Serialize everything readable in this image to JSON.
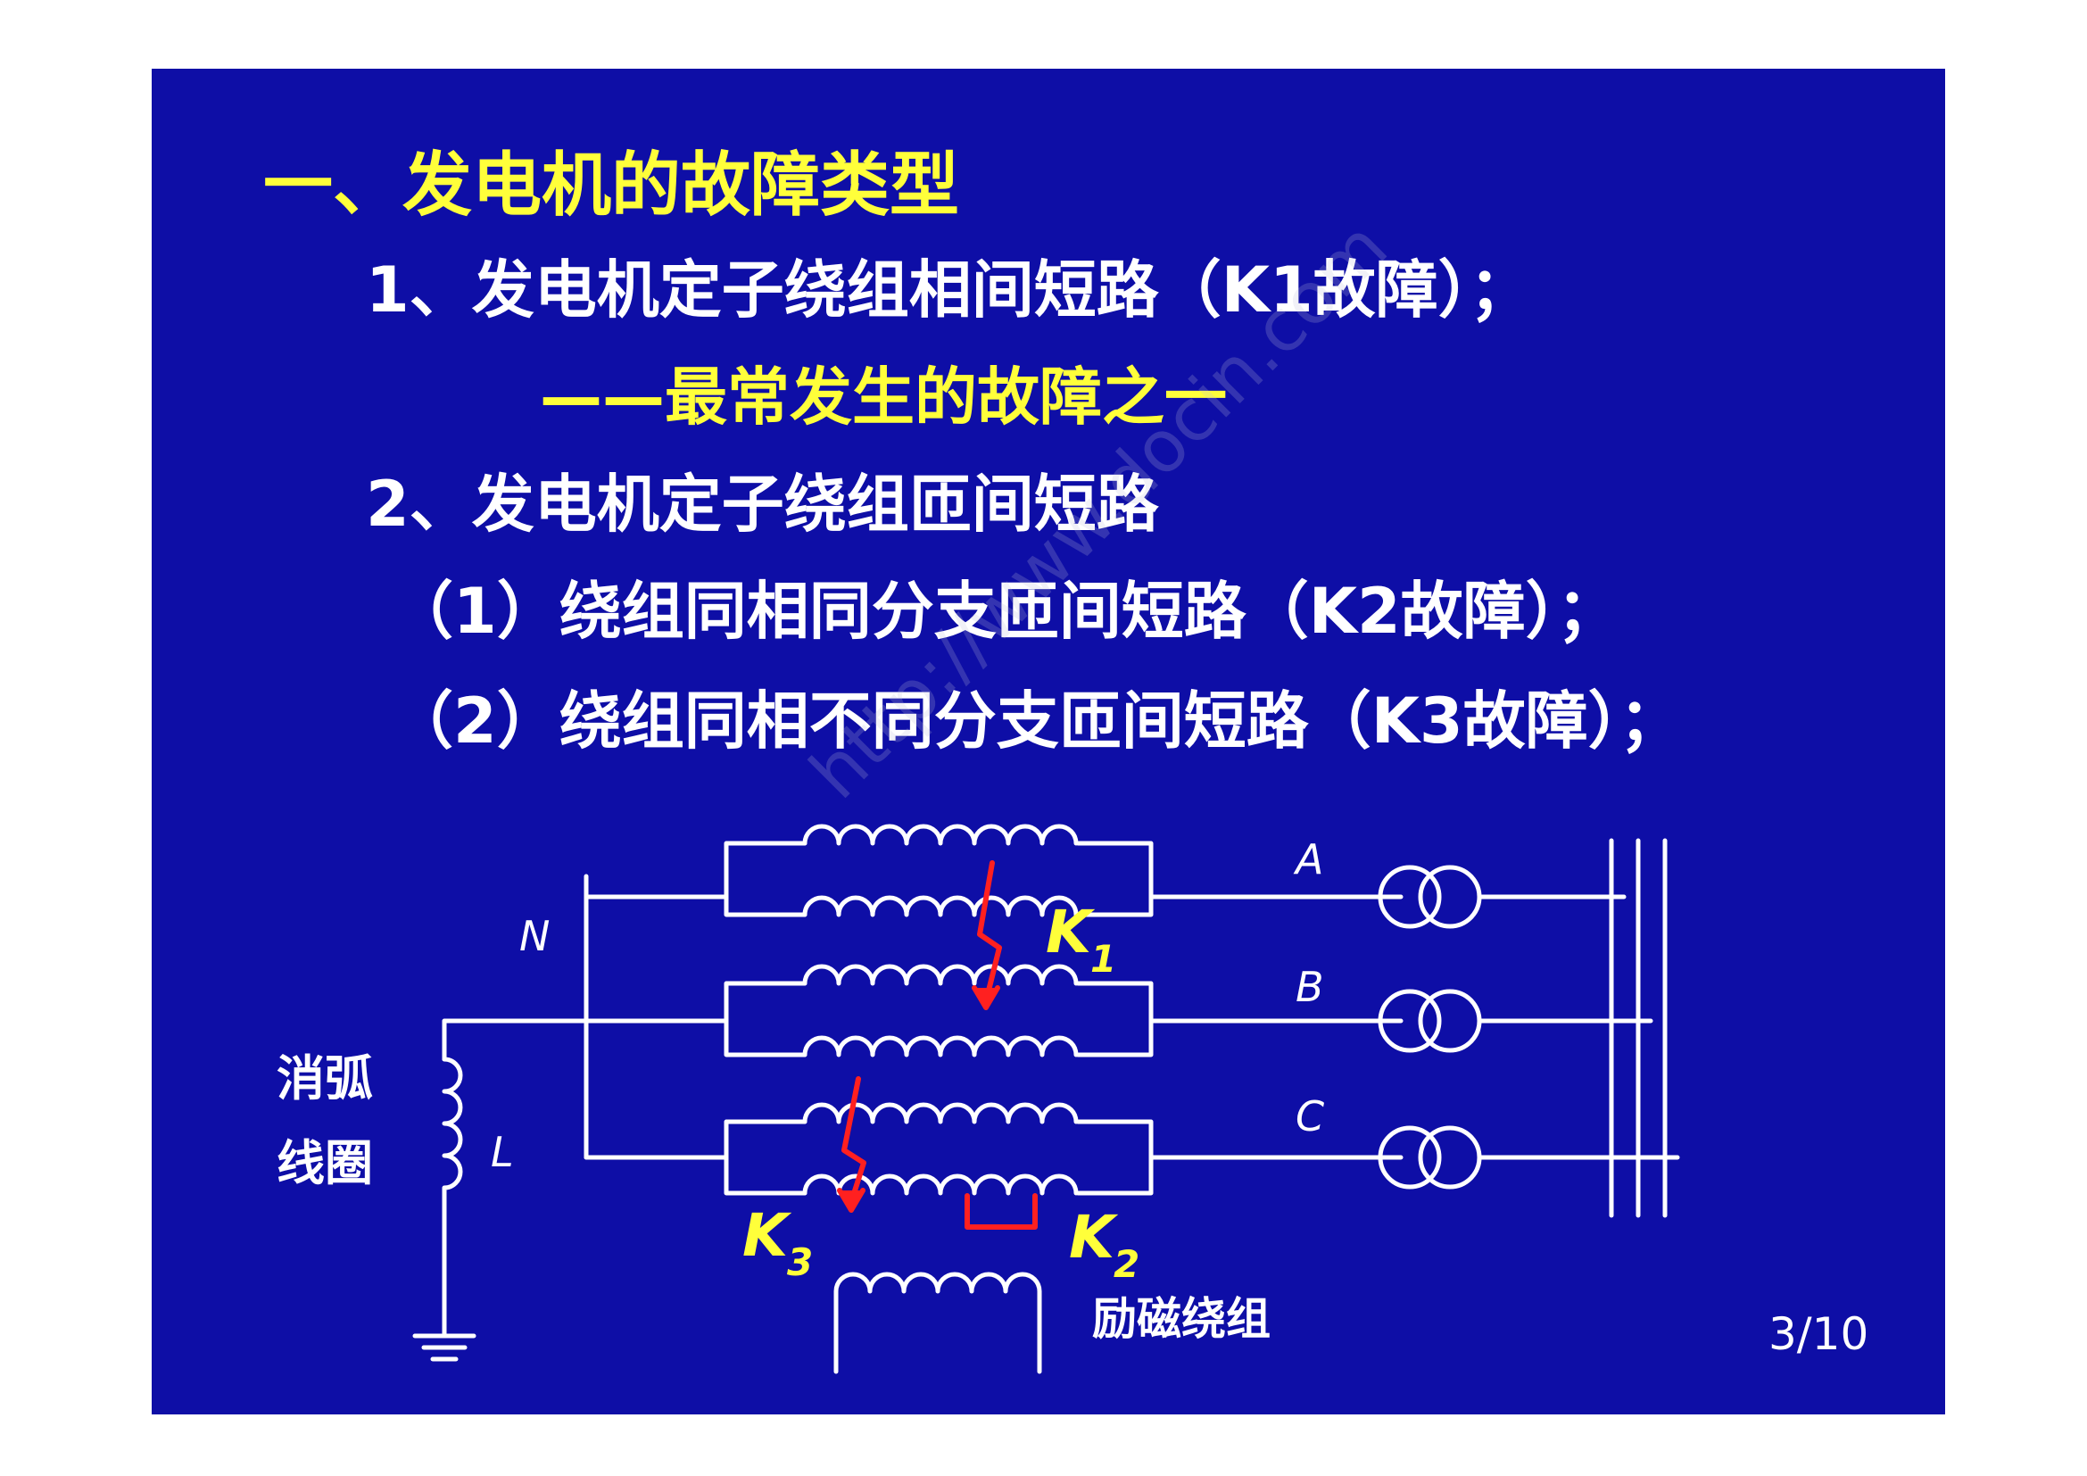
{
  "slide": {
    "title": "一、发电机的故障类型",
    "item1": "1、发电机定子绕组相间短路（K1故障）；",
    "note1": "——最常发生的故障之一",
    "item2": "2、发电机定子绕组匝间短路",
    "sub1": "（1）绕组同相同分支匝间短路（K2故障）；",
    "sub2": "（2）绕组同相不同分支匝间短路（K3故障）；",
    "page_number": "3/10",
    "watermark": "http://www.docin.com"
  },
  "diagram": {
    "neutral_label": "N",
    "coil_label": "消弧线圈",
    "coil_label_line1": "消弧",
    "coil_label_line2": "线圈",
    "inductor_label": "L",
    "phase_labels": [
      "A",
      "B",
      "C"
    ],
    "fault_labels": [
      {
        "letter": "K",
        "sub": "1"
      },
      {
        "letter": "K",
        "sub": "2"
      },
      {
        "letter": "K",
        "sub": "3"
      }
    ],
    "field_winding_label": "励磁绕组",
    "colors": {
      "background": "#0e0ea6",
      "line": "#ffffff",
      "fault": "#ff2020",
      "highlight": "#ffff3a"
    },
    "icons": [
      "ground-icon",
      "current-transformer-icon",
      "lightning-arrow-icon"
    ]
  }
}
